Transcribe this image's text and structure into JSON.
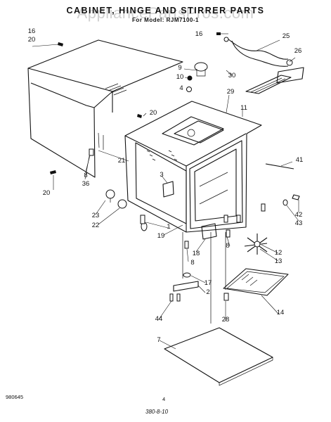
{
  "header": {
    "title": "CABINET, HINGE AND STIRRER PARTS",
    "subtitle": "For Model: RJM7100-1",
    "watermark": "AppliancePartsPros.com"
  },
  "footer": {
    "left_code": "980645",
    "page_number": "4",
    "handwritten_code": "380-8-10"
  },
  "callouts": [
    "16",
    "20",
    "16",
    "25",
    "26",
    "9",
    "10",
    "30",
    "4",
    "29",
    "11",
    "20",
    "41",
    "21",
    "3",
    "36",
    "20",
    "8",
    "23",
    "22",
    "42",
    "43",
    "1",
    "19",
    "18",
    "8",
    "8",
    "12",
    "13",
    "17",
    "2",
    "44",
    "28",
    "14",
    "7"
  ]
}
